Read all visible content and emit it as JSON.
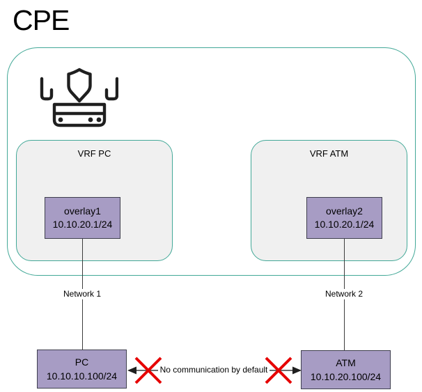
{
  "title": "CPE",
  "icon": "firewall-router-icon",
  "vrfs": [
    {
      "label": "VRF PC",
      "overlay": {
        "name": "overlay1",
        "ip": "10.10.20.1/24"
      }
    },
    {
      "label": "VRF ATM",
      "overlay": {
        "name": "overlay2",
        "ip": "10.10.20.1/24"
      }
    }
  ],
  "networks": [
    {
      "label": "Network 1"
    },
    {
      "label": "Network 2"
    }
  ],
  "hosts": [
    {
      "name": "PC",
      "ip": "10.10.10.100/24"
    },
    {
      "name": "ATM",
      "ip": "10.10.20.100/24"
    }
  ],
  "blocked_link": {
    "label": "No communication by default"
  },
  "colors": {
    "container_border_teal": "#42a897",
    "vrf_fill_gray": "#f0f0f0",
    "node_fill_purple": "#a79cc4",
    "node_border_dark": "#3f3f4e",
    "blocked_x_red": "#e60000",
    "line_dark": "#3c3c3c",
    "icon_black": "#1f1f1f"
  }
}
